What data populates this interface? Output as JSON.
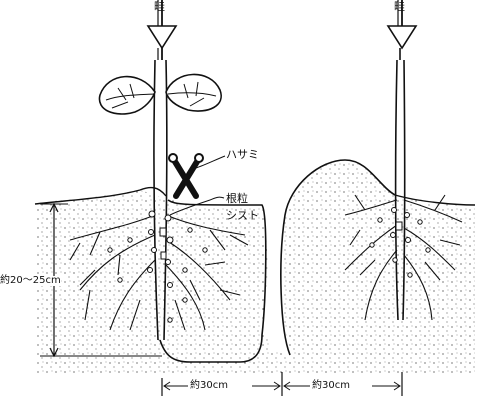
{
  "labels": {
    "ridge_left": "畦",
    "ridge_right": "畦",
    "scissors": "ハサミ",
    "cyst_line1": "根粒",
    "cyst_line2": "シスト",
    "depth": "約20～25cm",
    "width_left": "約30cm",
    "width_right": "約30cm"
  },
  "colors": {
    "ink": "#111111",
    "paper": "#ffffff"
  },
  "icons": {
    "ridge_marker": "down-arrow-triangle",
    "scissors": "scissors-icon"
  }
}
